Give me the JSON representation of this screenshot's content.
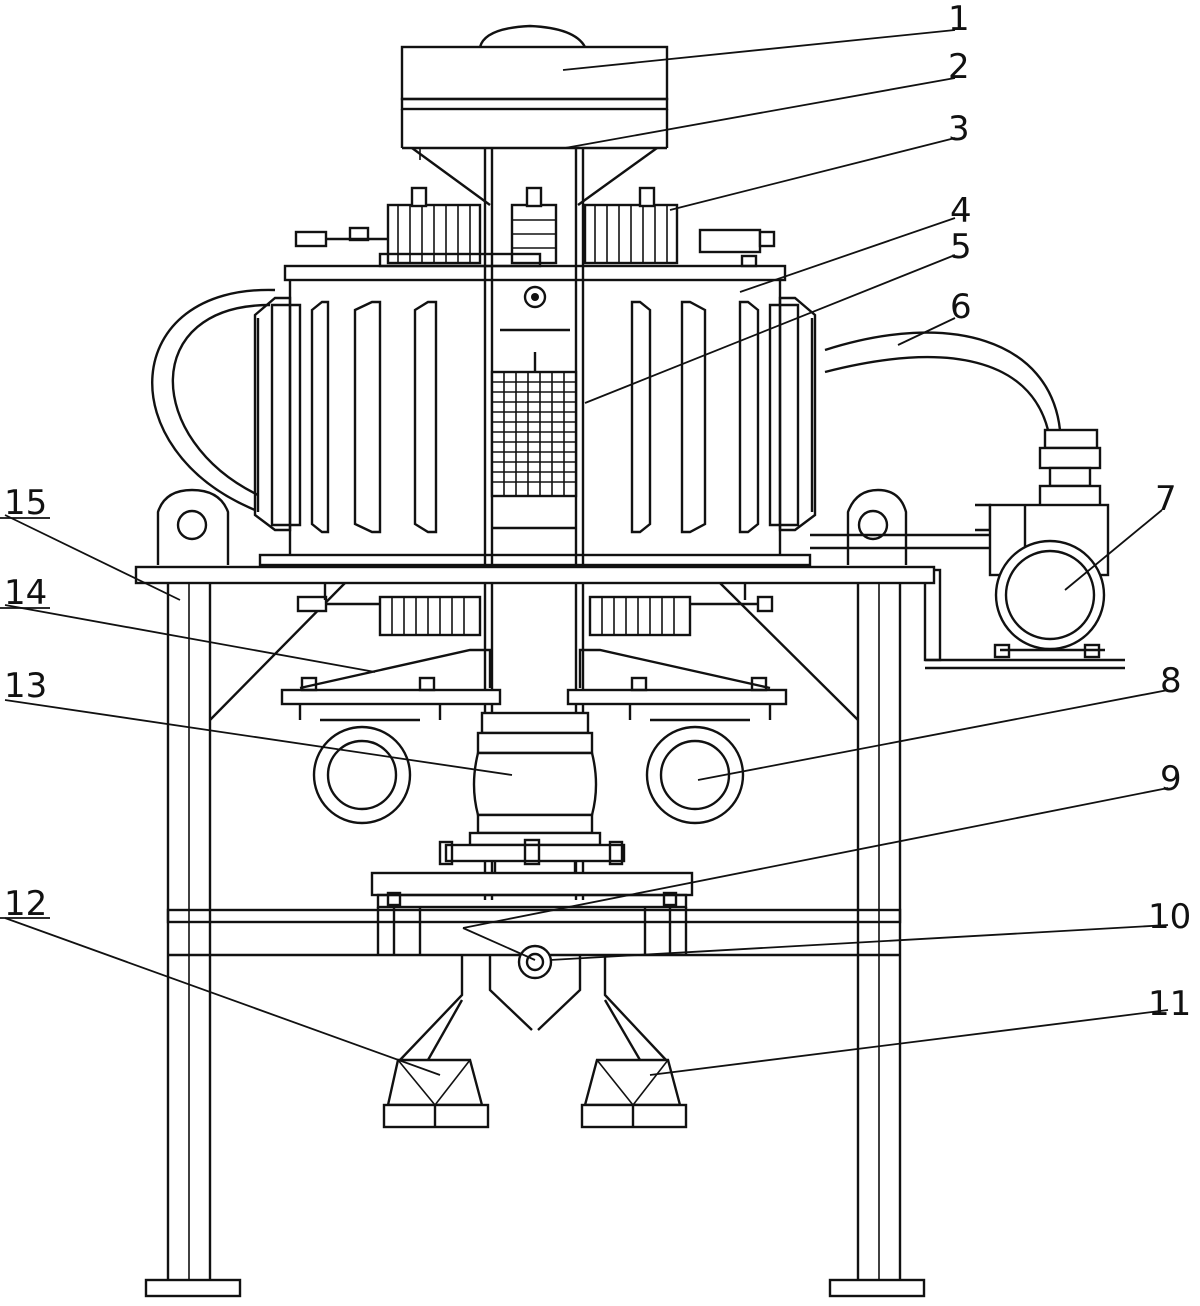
{
  "figure": {
    "callouts": [
      {
        "id": "1",
        "text": "1"
      },
      {
        "id": "2",
        "text": "2"
      },
      {
        "id": "3",
        "text": "3"
      },
      {
        "id": "4",
        "text": "4"
      },
      {
        "id": "5",
        "text": "5"
      },
      {
        "id": "6",
        "text": "6"
      },
      {
        "id": "7",
        "text": "7"
      },
      {
        "id": "8",
        "text": "8"
      },
      {
        "id": "9",
        "text": "9"
      },
      {
        "id": "10",
        "text": "10"
      },
      {
        "id": "11",
        "text": "11"
      },
      {
        "id": "12",
        "text": "12"
      },
      {
        "id": "13",
        "text": "13"
      },
      {
        "id": "14",
        "text": "14"
      },
      {
        "id": "15",
        "text": "15"
      }
    ]
  }
}
